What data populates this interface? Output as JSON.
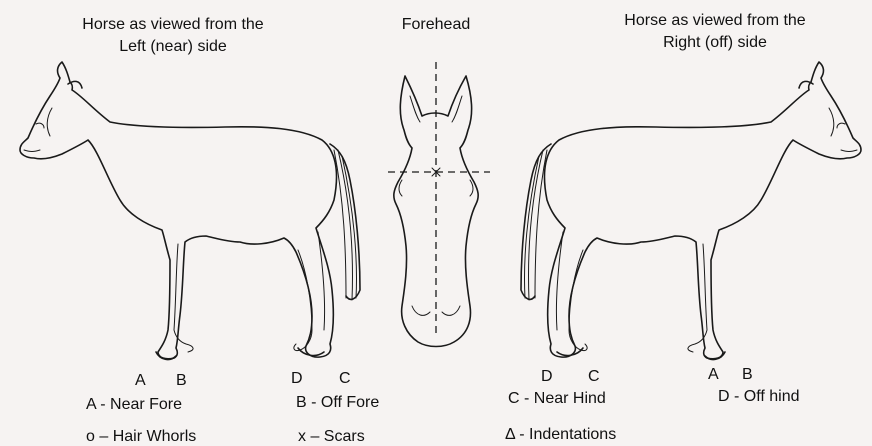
{
  "titles": {
    "left_line1": "Horse as viewed from the",
    "left_line2": "Left (near) side",
    "forehead": "Forehead",
    "right_line1": "Horse as viewed from the",
    "right_line2": "Right (off) side"
  },
  "leg_markers": {
    "left_A": "A",
    "left_B": "B",
    "left_D": "D",
    "left_C": "C",
    "right_D": "D",
    "right_C": "C",
    "right_A": "A",
    "right_B": "B"
  },
  "legend": {
    "near_fore": "A - Near Fore",
    "off_fore": "B - Off Fore",
    "near_hind": "C - Near Hind",
    "off_hind": "D - Off hind",
    "hair_whorls": "o – Hair Whorls",
    "scars": "x – Scars",
    "indentations": "Δ - Indentations"
  }
}
